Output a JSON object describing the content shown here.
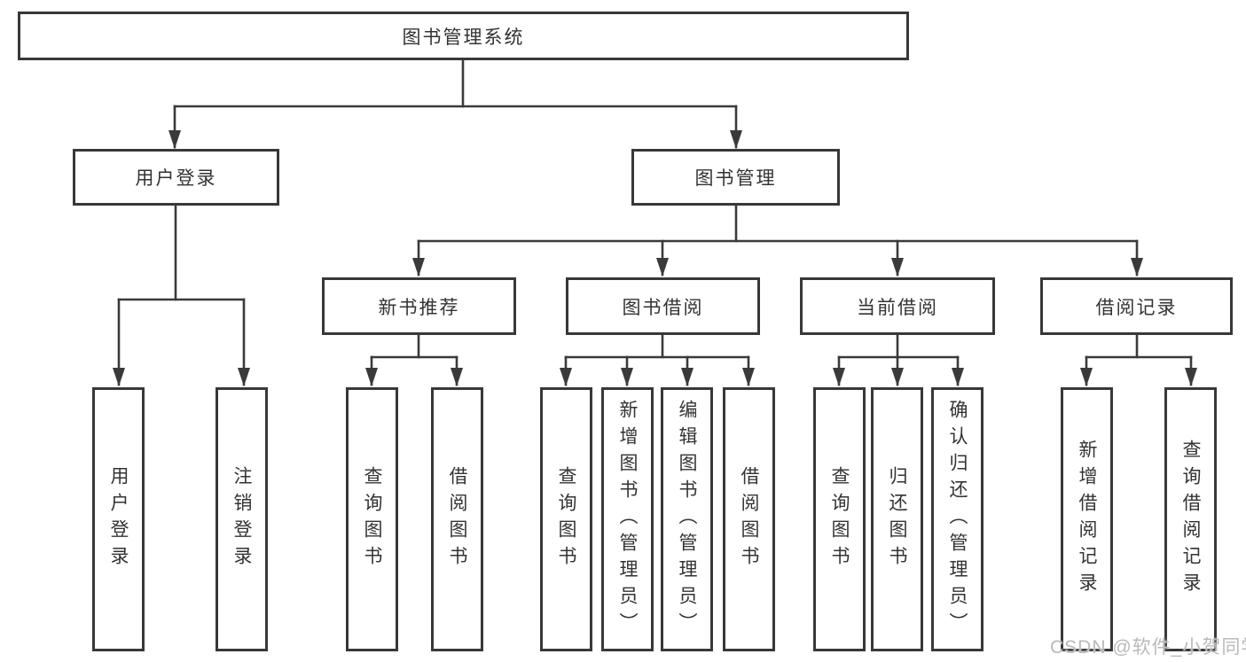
{
  "colors": {
    "line": "#3a3a3a",
    "box_border": "#383838",
    "text": "#333333",
    "background": "#ffffff",
    "watermark": "#b9b9b9"
  },
  "watermark": {
    "text": "CSDN @软件_小贺同学"
  },
  "diagram": {
    "root": {
      "label": "图书管理系统"
    },
    "level2": [
      {
        "label": "用户登录"
      },
      {
        "label": "图书管理"
      }
    ],
    "level3": [
      {
        "label": "新书推荐"
      },
      {
        "label": "图书借阅"
      },
      {
        "label": "当前借阅"
      },
      {
        "label": "借阅记录"
      }
    ],
    "leaves": {
      "login": [
        {
          "label": "用户登录"
        },
        {
          "label": "注销登录"
        }
      ],
      "recommend": [
        {
          "label": "查询图书"
        },
        {
          "label": "借阅图书"
        }
      ],
      "borrow": [
        {
          "label": "查询图书"
        },
        {
          "label": "新增图书（管理员）"
        },
        {
          "label": "编辑图书（管理员）"
        },
        {
          "label": "借阅图书"
        }
      ],
      "current": [
        {
          "label": "查询图书"
        },
        {
          "label": "归还图书"
        },
        {
          "label": "确认归还（管理员）"
        }
      ],
      "records": [
        {
          "label": "新增借阅记录"
        },
        {
          "label": "查询借阅记录"
        }
      ]
    }
  }
}
